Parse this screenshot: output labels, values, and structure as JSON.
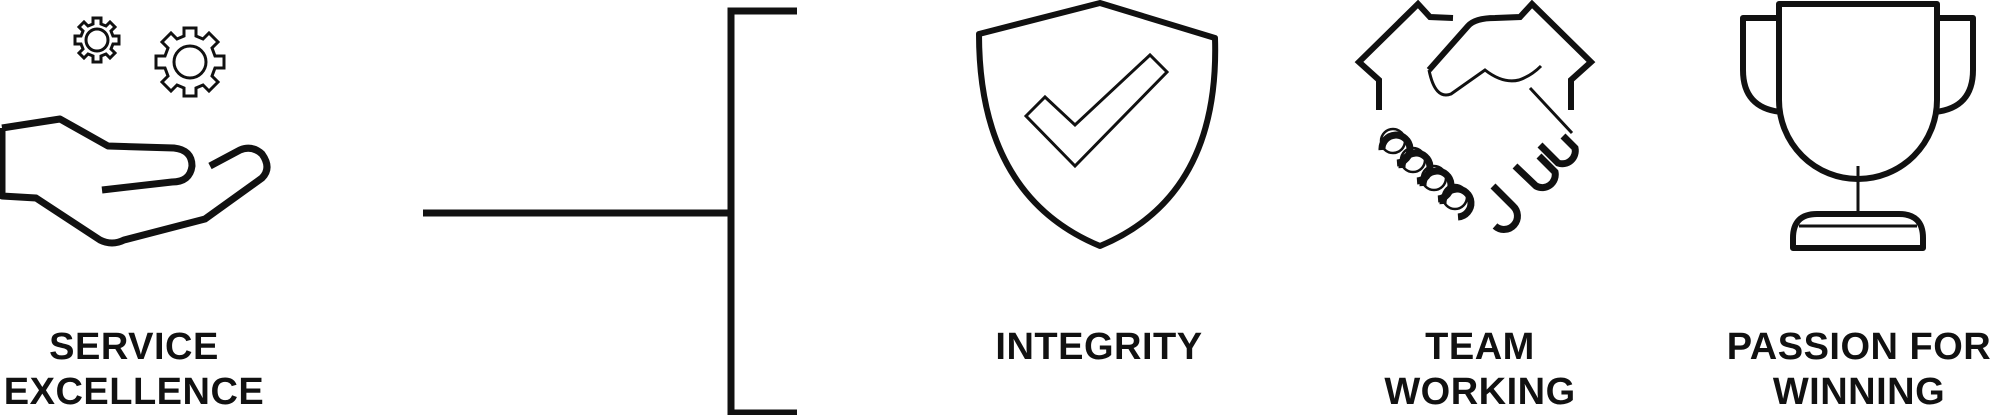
{
  "values": [
    {
      "key": "service",
      "lines": [
        "SERVICE",
        "EXCELLENCE"
      ],
      "icon": "hand-with-gears-icon"
    },
    {
      "key": "integrity",
      "lines": [
        "INTEGRITY"
      ],
      "icon": "shield-check-icon"
    },
    {
      "key": "team",
      "lines": [
        "TEAM",
        "WORKING"
      ],
      "icon": "handshake-icon"
    },
    {
      "key": "passion",
      "lines": [
        "PASSION FOR",
        "WINNING"
      ],
      "icon": "trophy-icon"
    }
  ],
  "colors": {
    "stroke": "#111111",
    "background": "#ffffff"
  }
}
